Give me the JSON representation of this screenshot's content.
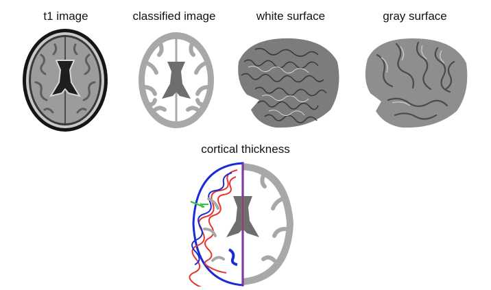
{
  "labels": {
    "t1_image": "t1 image",
    "classified_image": "classified image",
    "white_surface": "white surface",
    "gray_surface": "gray surface",
    "cortical_thickness": "cortical thickness"
  },
  "colors": {
    "background": "#ffffff",
    "t1_skull": "#1a1a1a",
    "t1_brain": "#9a9a9a",
    "ventricle": "#4a4a4a",
    "classified_gray_matter": "#a8a8a8",
    "classified_white_matter": "#ffffff",
    "classified_csf": "#6e6e6e",
    "white_surface": "#7a7a7a",
    "gray_surface": "#8c8c8c",
    "thickness_inner": "#e8322b",
    "thickness_outer": "#1a2bd6",
    "thickness_arrow": "#39c43a",
    "midline": "#a0337a"
  }
}
